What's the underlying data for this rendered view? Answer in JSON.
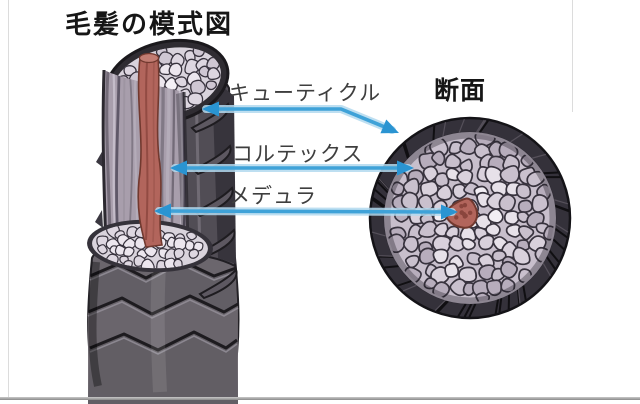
{
  "title": "毛髪の模式図",
  "cross_section": {
    "heading": "断面"
  },
  "labels": [
    {
      "id": "cuticle",
      "text": "キューティクル"
    },
    {
      "id": "cortex",
      "text": "コルテックス"
    },
    {
      "id": "medulla",
      "text": "メデュラ"
    }
  ],
  "icons": [
    {
      "name": "cuticle-arrow",
      "shape": "double-headed bent arrow"
    },
    {
      "name": "cortex-arrow",
      "shape": "double-headed arrow"
    },
    {
      "name": "medulla-arrow",
      "shape": "double-headed arrow"
    }
  ],
  "colors": {
    "background": "#ffffff",
    "text_dark": "#161616",
    "label_gray": "#3e3e3e",
    "arrow_blue": "#3fa2d8",
    "arrow_halo": "#b3d9ef",
    "arrow_head": "#2a94d2",
    "medulla_red": "#b2655c",
    "medulla_dot": "#8a453d",
    "medulla_edge": "#71392f",
    "fiber_base": "#a89eac",
    "cell_base": "#d9d3dc",
    "cell_stroke": "#38333e",
    "ring_dark": "#34313a",
    "shaft_dark": "#46424a",
    "shaft_mid": "#6b666d",
    "shaft_highlight": "#938e98",
    "frame_line": "#dcdcdc",
    "bottom_line": "#8a8a8a"
  }
}
